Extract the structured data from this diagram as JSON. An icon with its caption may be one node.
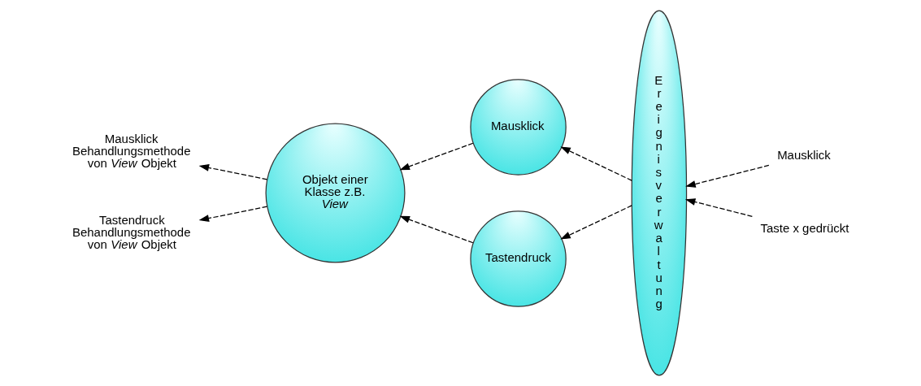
{
  "diagram": {
    "nodes": [
      {
        "text": [
          "Mausklick Behandlungsmethode von *View* Objekt"
        ]
      },
      {
        "text": [
          "Tastendruck Behandlungsmethode von *View* Objekt"
        ]
      },
      {
        "text": [
          "Objekt einer Klasse z.B. *View*"
        ]
      },
      {
        "text": [
          "Mausklick"
        ]
      },
      {
        "text": [
          "Tastendruck"
        ]
      },
      {
        "text": [
          "Ereignisverwaltung"
        ]
      },
      {
        "text": [
          "Mausklick"
        ]
      },
      {
        "text": [
          "Taste x gedrückt"
        ]
      }
    ],
    "edges": [
      {
        "from": 6,
        "to": 5,
        "arrow": "to",
        "style": "dashed"
      },
      {
        "from": 7,
        "to": 5,
        "arrow": "to",
        "style": "dashed"
      },
      {
        "from": 5,
        "to": 3,
        "arrow": "to",
        "style": "dashed"
      },
      {
        "from": 5,
        "to": 4,
        "arrow": "to",
        "style": "dashed"
      },
      {
        "from": 3,
        "to": 2,
        "arrow": "to",
        "style": "dashed"
      },
      {
        "from": 4,
        "to": 2,
        "arrow": "to",
        "style": "dashed"
      },
      {
        "from": 2,
        "to": 0,
        "arrow": "to",
        "style": "dashed"
      },
      {
        "from": 2,
        "to": 1,
        "arrow": "to",
        "style": "dashed"
      }
    ]
  }
}
